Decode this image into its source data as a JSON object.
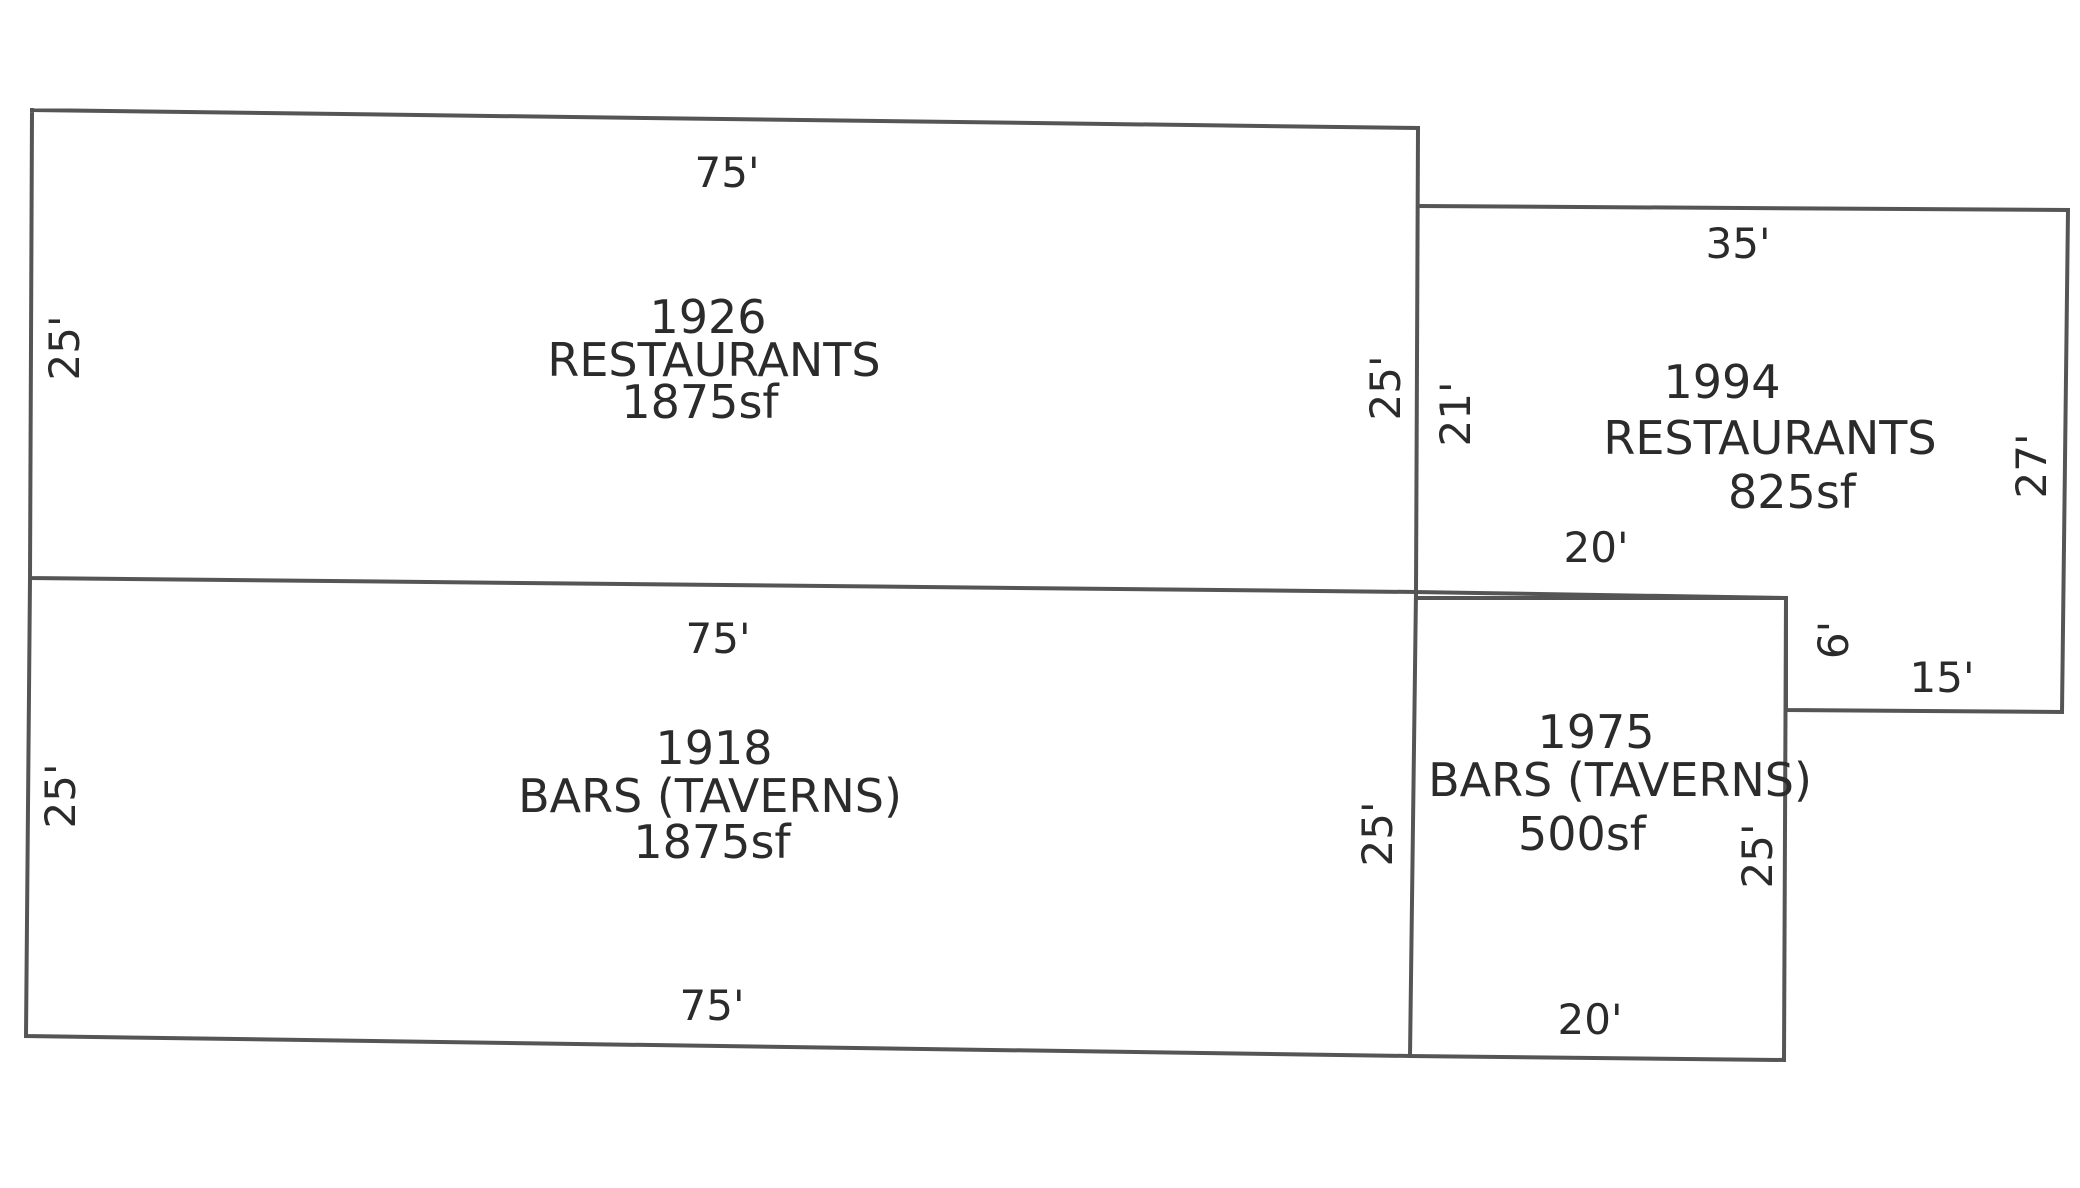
{
  "sections": [
    {
      "id": "restaurant-main",
      "year": "1926",
      "use": "RESTAURANTS",
      "area": "1875sf",
      "dims": {
        "top": "75'",
        "left": "25'",
        "right": "25'"
      }
    },
    {
      "id": "bar-main",
      "year": "1918",
      "use": "BARS (TAVERNS)",
      "area": "1875sf",
      "dims": {
        "top": "75'",
        "left": "25'",
        "right": "25'",
        "bottom": "75'"
      }
    },
    {
      "id": "restaurant-addition",
      "year": "1994",
      "use": "RESTAURANTS",
      "area": "825sf",
      "dims": {
        "top": "35'",
        "left": "21'",
        "right": "27'",
        "inner_bottom": "20'",
        "step": "6'",
        "bottom": "15'"
      }
    },
    {
      "id": "bar-addition",
      "year": "1975",
      "use": "BARS (TAVERNS)",
      "area": "500sf",
      "dims": {
        "right": "25'",
        "bottom": "20'"
      }
    }
  ],
  "colors": {
    "wall": "#555555",
    "text": "#2b2b2b",
    "background": "#ffffff"
  }
}
